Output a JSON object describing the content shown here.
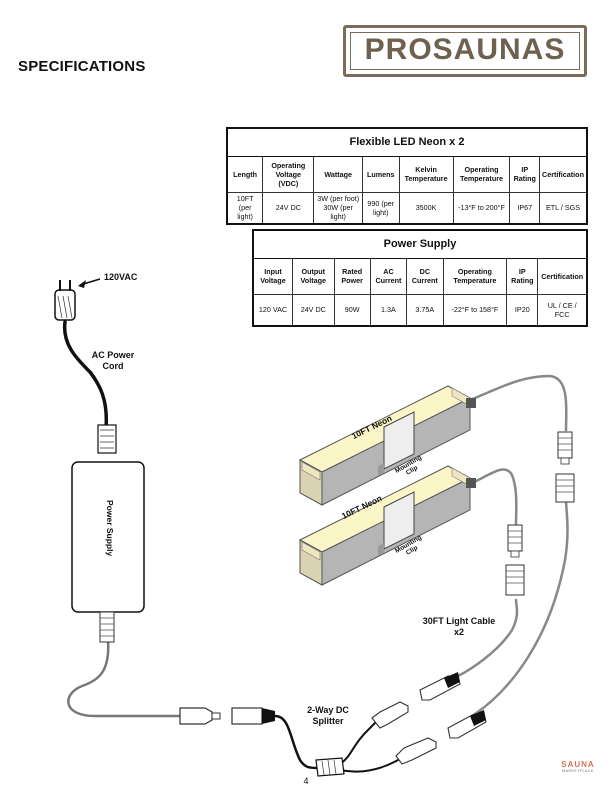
{
  "header": {
    "title": "SPECIFICATIONS",
    "logo_text": "PROSAUNAS"
  },
  "led_table": {
    "caption": "Flexible LED Neon x 2",
    "headers": [
      "Length",
      "Operating Voltage (VDC)",
      "Wattage",
      "Lumens",
      "Kelvin Temperature",
      "Operating Temperature",
      "IP Rating",
      "Certification"
    ],
    "row": [
      "10FT (per light)",
      "24V DC",
      "3W (per foot) 30W (per light)",
      "990 (per light)",
      "3500K",
      "-13°F to 200°F",
      "IP67",
      "ETL / SGS"
    ]
  },
  "ps_table": {
    "caption": "Power Supply",
    "headers": [
      "Input Voltage",
      "Output Voltage",
      "Rated Power",
      "AC Current",
      "DC Current",
      "Operating Temperature",
      "IP Rating",
      "Certification"
    ],
    "row": [
      "120 VAC",
      "24V DC",
      "90W",
      "1.3A",
      "3.75A",
      "-22°F to 158°F",
      "IP20",
      "UL / CE / FCC"
    ]
  },
  "diagram": {
    "vac_label": "120VAC",
    "ac_cord_label": "AC Power Cord",
    "power_supply_label": "Power Supply",
    "neon_top_label": "10FT Neon",
    "neon_bottom_label": "10FT Neon",
    "clip_top_label": "Mounting Clip",
    "clip_bottom_label": "Mounting Clip",
    "cable_label": "30FT Light Cable x2",
    "splitter_label": "2-Way DC Splitter"
  },
  "footer": {
    "page_number": "4",
    "brand_top": "SAUNA",
    "brand_bottom": "MARKETPLACE"
  }
}
